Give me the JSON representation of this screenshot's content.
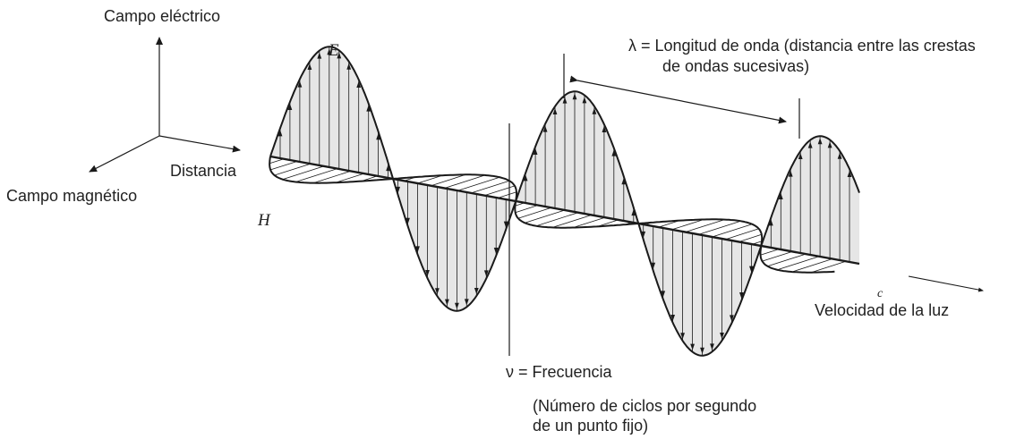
{
  "labels": {
    "electric_field": "Campo eléctrico",
    "magnetic_field": "Campo magnético",
    "distance": "Distancia",
    "e_symbol": "E",
    "h_symbol": "H",
    "wavelength_line1": "λ = Longitud de onda (distancia entre las crestas",
    "wavelength_line2": "de ondas sucesivas)",
    "c_symbol": "c",
    "speed_of_light": "Velocidad de la luz",
    "frequency": "ν = Frecuencia",
    "frequency_note_line1": "(Número de ciclos por segundo",
    "frequency_note_line2": "de un punto fijo)"
  },
  "colors": {
    "stroke": "#1a1a1a",
    "e_fill": "#e6e6e6",
    "h_fill": "#ffffff"
  }
}
